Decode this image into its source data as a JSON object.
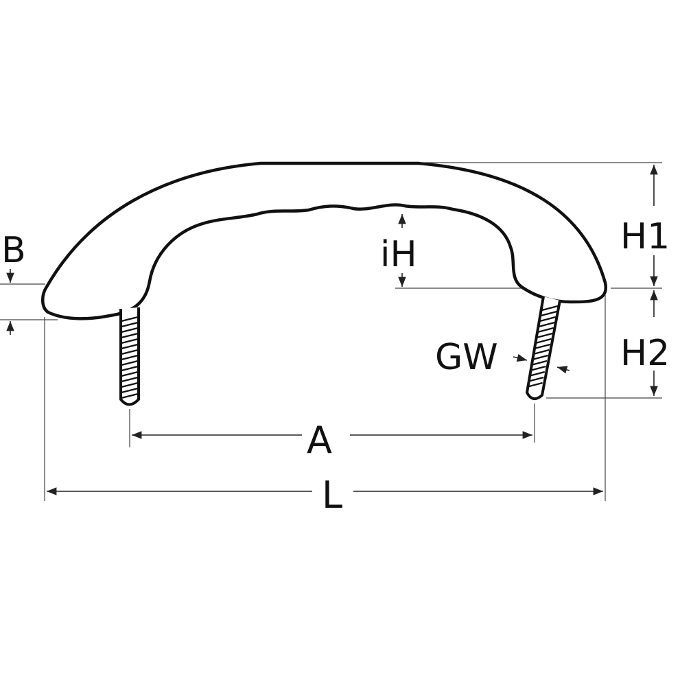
{
  "diagram": {
    "labels": {
      "B": "B",
      "iH": "iH",
      "H1": "H1",
      "H2": "H2",
      "GW": "GW",
      "A": "A",
      "L": "L"
    },
    "colors": {
      "line": "#111111",
      "background": "#ffffff"
    }
  }
}
